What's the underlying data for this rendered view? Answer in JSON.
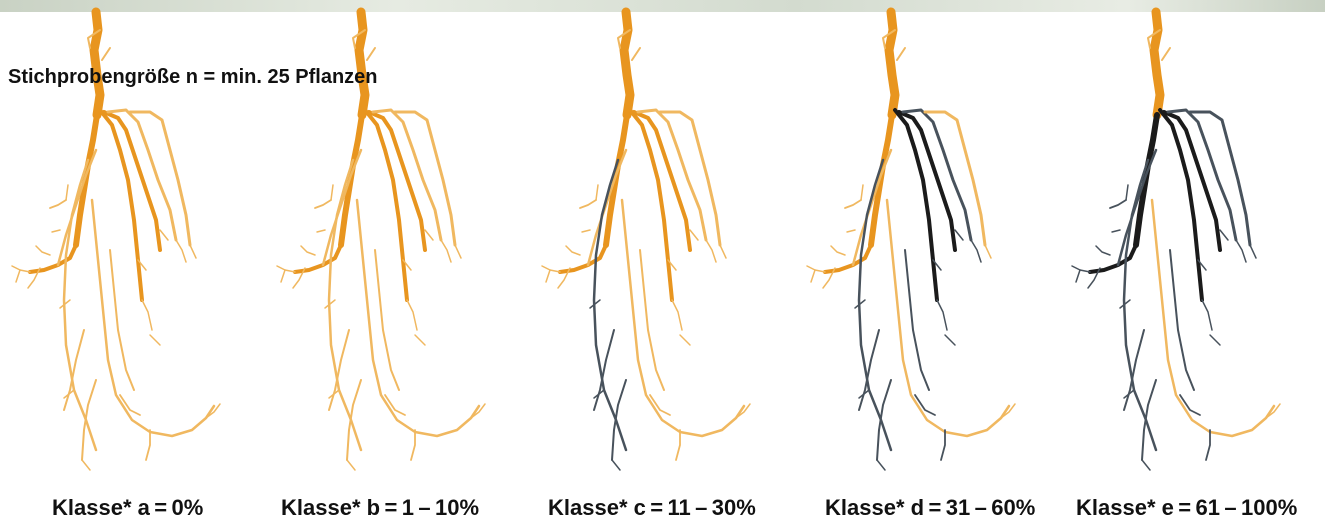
{
  "note": "Stichprobengröße n = min. 25 Pflanzen",
  "colors": {
    "healthy": "#e8951f",
    "healthy_light": "#f0b860",
    "damaged": "#1b1b1b",
    "damaged_gray": "#48525c"
  },
  "panels": [
    {
      "label": "Klasse* a = 0%",
      "damage_fraction": 0.0
    },
    {
      "label": "Klasse* b = 1 – 10%",
      "damage_fraction": 0.05
    },
    {
      "label": "Klasse* c = 11 – 30%",
      "damage_fraction": 0.2
    },
    {
      "label": "Klasse* d = 31 – 60%",
      "damage_fraction": 0.45
    },
    {
      "label": "Klasse* e = 61 – 100%",
      "damage_fraction": 0.8
    }
  ]
}
